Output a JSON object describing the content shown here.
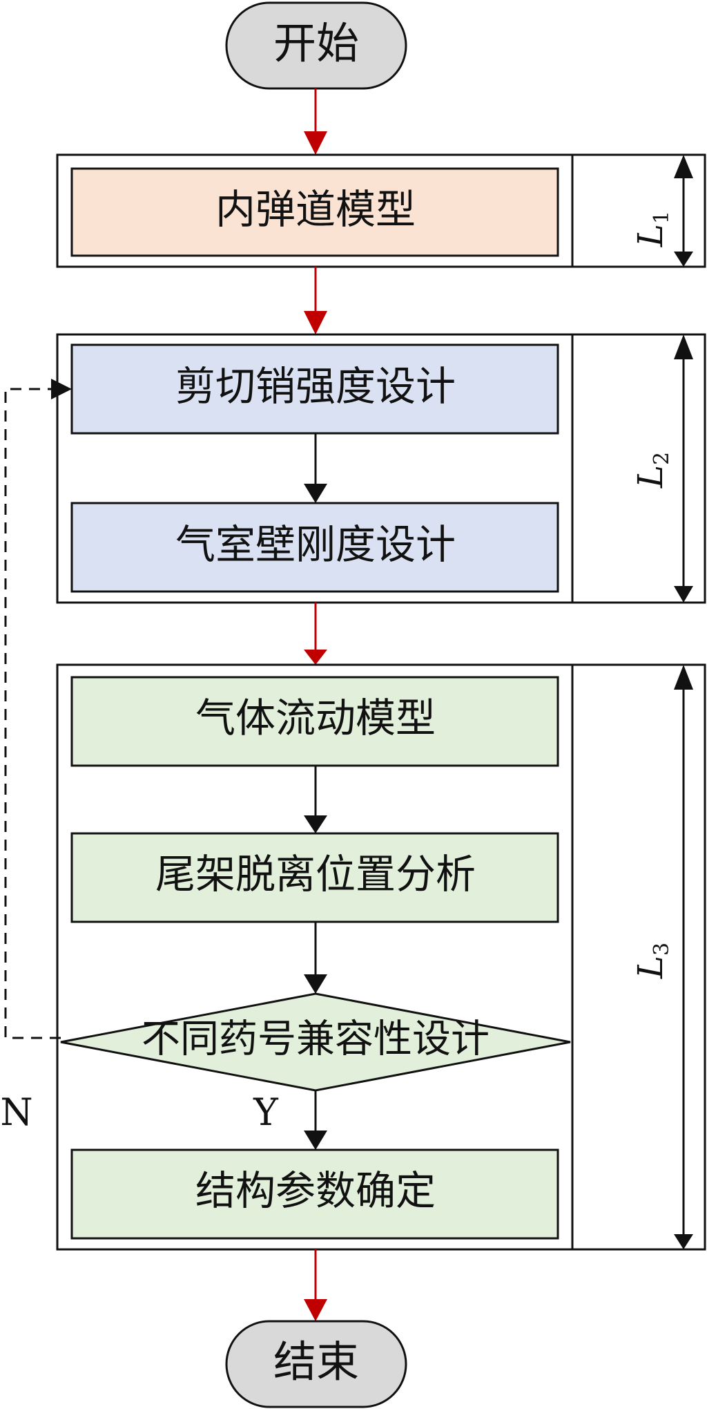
{
  "nodes": {
    "start": "开始",
    "internal_ballistics": "内弹道模型",
    "shear_pin": "剪切销强度设计",
    "chamber_wall": "气室壁刚度设计",
    "gas_flow": "气体流动模型",
    "tail_separation": "尾架脱离位置分析",
    "compatibility": "不同药号兼容性设计",
    "params": "结构参数确定",
    "end": "结束"
  },
  "branches": {
    "yes": "Y",
    "no": "N"
  },
  "segments": {
    "l1": {
      "letter": "L",
      "sub": "1"
    },
    "l2": {
      "letter": "L",
      "sub": "2"
    },
    "l3": {
      "letter": "L",
      "sub": "3"
    }
  },
  "colors": {
    "terminal_fill": "#d9d9d9",
    "model_fill": "#fbe3d4",
    "design_fill": "#d9e1f2",
    "analysis_fill": "#e2efda",
    "flow_arrow": "#c00000",
    "inner_arrow": "#111111"
  }
}
